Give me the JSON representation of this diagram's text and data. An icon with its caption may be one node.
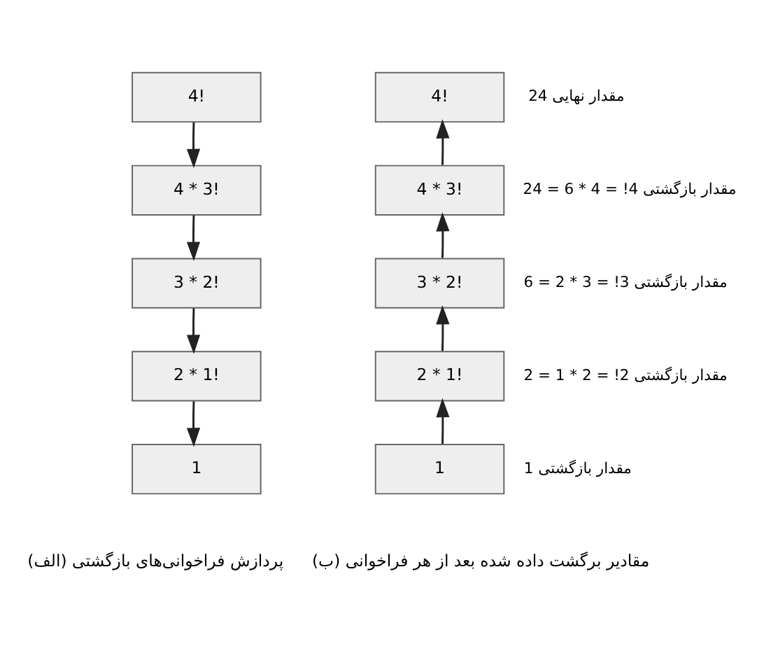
{
  "diagram": {
    "nodes": [
      {
        "text": [
          "4!"
        ]
      },
      {
        "text": [
          "4 * 3!"
        ]
      },
      {
        "text": [
          "3 * 2!"
        ]
      },
      {
        "text": [
          "2 * 1!"
        ]
      },
      {
        "text": [
          "1"
        ]
      },
      {
        "text": [
          "4!"
        ],
        "beside": [
          "مقدار نهایی 24"
        ]
      },
      {
        "text": [
          "4 * 3!"
        ],
        "beside": [
          "مقدار بازگشتی 4! = 4 * 6 = 24"
        ]
      },
      {
        "text": [
          "3 * 2!"
        ],
        "beside": [
          "مقدار بازگشتی 3! = 3 * 2 = 6"
        ]
      },
      {
        "text": [
          "2 * 1!"
        ],
        "beside": [
          "مقدار بازگشتی 2! = 2 * 1 = 2"
        ]
      },
      {
        "text": [
          "1"
        ],
        "beside": [
          "مقدار بازگشتی 1"
        ]
      }
    ],
    "edges": [
      {
        "from": 0,
        "to": 1,
        "arrow": "to"
      },
      {
        "from": 1,
        "to": 2,
        "arrow": "to"
      },
      {
        "from": 2,
        "to": 3,
        "arrow": "to"
      },
      {
        "from": 3,
        "to": 4,
        "arrow": "to"
      },
      {
        "from": 9,
        "to": 8,
        "arrow": "to"
      },
      {
        "from": 8,
        "to": 7,
        "arrow": "to"
      },
      {
        "from": 7,
        "to": 6,
        "arrow": "to"
      },
      {
        "from": 6,
        "to": 5,
        "arrow": "to"
      }
    ],
    "labels": [
      "(الف) پردازش فراخوانی‌های بازگشتی",
      "(ب) مقادیر برگشت داده شده بعد از هر فراخوانی"
    ]
  }
}
